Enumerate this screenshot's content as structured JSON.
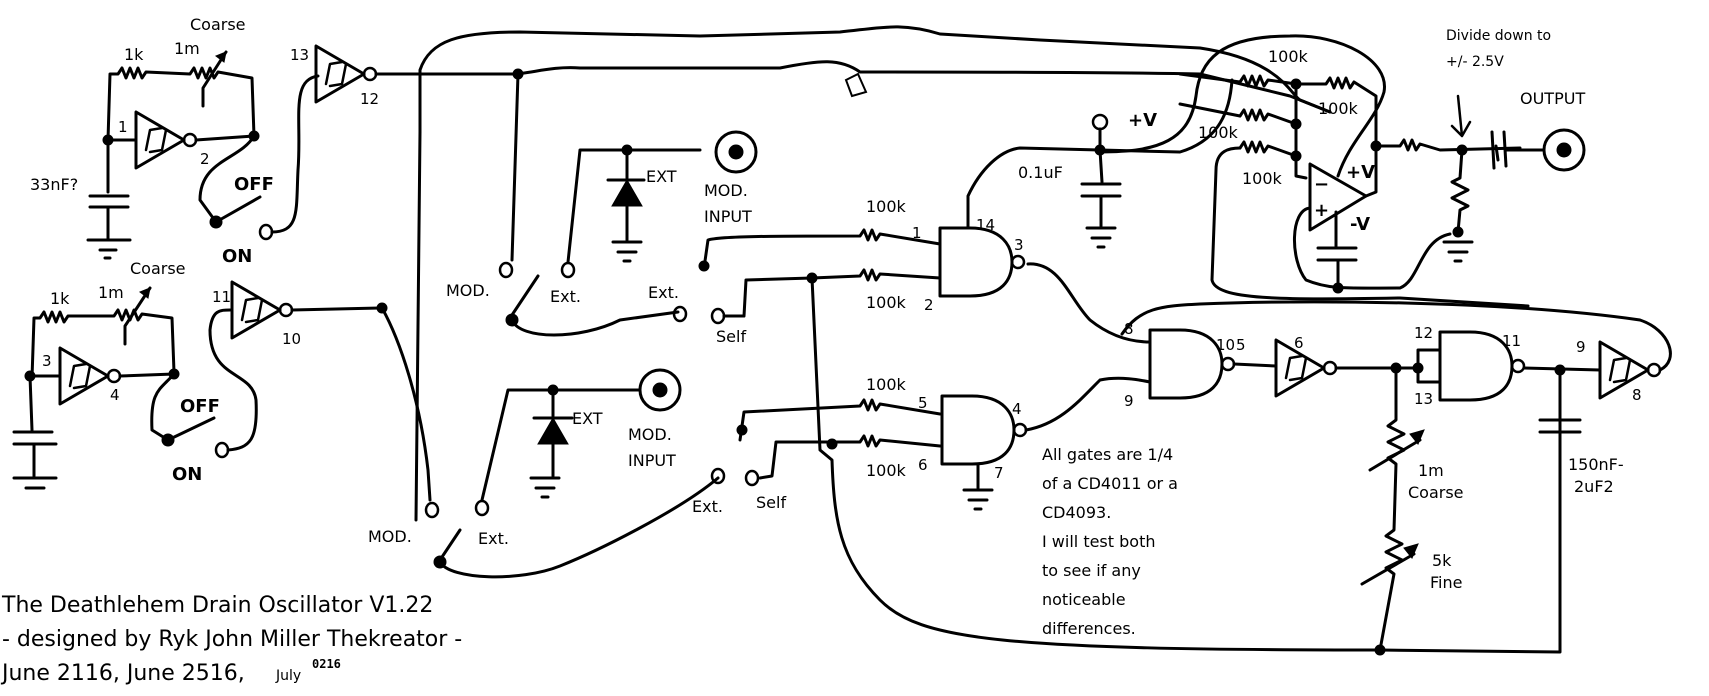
{
  "title": {
    "line1": "The Deathlehem Drain Oscillator V1.22",
    "line2": "- designed by Ryk John Miller Thekreator -",
    "line3_typed": "June 2116, June 2516,",
    "line3_hand": "July",
    "line3_sup": "0216"
  },
  "oscillator_a": {
    "resistor_fixed": "1k",
    "pot_value": "1m",
    "pot_label": "Coarse",
    "capacitor": "33nF?",
    "inverter_in_pin": "1",
    "inverter_out_pin": "2",
    "switch_off": "OFF",
    "switch_on": "ON"
  },
  "oscillator_b": {
    "resistor_fixed": "1k",
    "pot_value": "1m",
    "pot_label": "Coarse",
    "inverter_in_pin": "3",
    "inverter_out_pin": "4",
    "switch_off": "OFF",
    "switch_on": "ON"
  },
  "buffer_top": {
    "in_pin": "13",
    "out_pin": "12"
  },
  "buffer_bottom": {
    "in_pin": "11",
    "out_pin": "10"
  },
  "mod_section_top": {
    "switch_mod": "MOD.",
    "switch_ext": "Ext.",
    "diode_label": "EXT",
    "jack_label_1": "MOD.",
    "jack_label_2": "INPUT",
    "selector_ext": "Ext.",
    "selector_self": "Self"
  },
  "mod_section_bottom": {
    "switch_mod": "MOD.",
    "switch_ext": "Ext.",
    "diode_label": "EXT",
    "jack_label_1": "MOD.",
    "jack_label_2": "INPUT",
    "selector_ext": "Ext.",
    "selector_self": "Self"
  },
  "nand_1": {
    "r_top": "100k",
    "r_bottom": "100k",
    "pin_in_a": "1",
    "pin_in_b": "2",
    "pin_out": "3",
    "pin_vcc": "14"
  },
  "nand_2": {
    "r_top": "100k",
    "r_bottom": "100k",
    "pin_in_a": "5",
    "pin_in_b": "6",
    "pin_out": "4",
    "pin_gnd": "7"
  },
  "power": {
    "vplus": "+V",
    "decoupling_cap": "0.1uF"
  },
  "nand_3": {
    "pin_in_a": "8",
    "pin_in_b": "9",
    "pin_out": "10"
  },
  "inverter_5": {
    "in_pin": "5",
    "out_pin": "6"
  },
  "nand_4": {
    "pin_in_a": "12",
    "pin_in_b": "13",
    "pin_out": "11"
  },
  "inverter_9": {
    "in_pin": "9",
    "out_pin": "8"
  },
  "timing": {
    "pot_coarse_value": "1m",
    "pot_coarse_label": "Coarse",
    "pot_fine_value": "5k",
    "pot_fine_label": "Fine",
    "cap_1": "150nF-",
    "cap_2": "2uF2"
  },
  "mixer": {
    "r_in_1": "100k",
    "r_feedback": "100k",
    "r_in_2": "100k",
    "r_in_3": "100k",
    "opamp_minus": "−",
    "opamp_plus": "+",
    "opamp_vplus": "+V",
    "opamp_vminus": "-V"
  },
  "output": {
    "note_1": "Divide down to",
    "note_2": "+/- 2.5V",
    "label": "OUTPUT"
  },
  "note": {
    "lines": [
      "All gates are 1/4",
      "of a CD4011 or a",
      "CD4093.",
      "I will test both",
      "to see if any",
      "noticeable",
      "differences."
    ]
  }
}
